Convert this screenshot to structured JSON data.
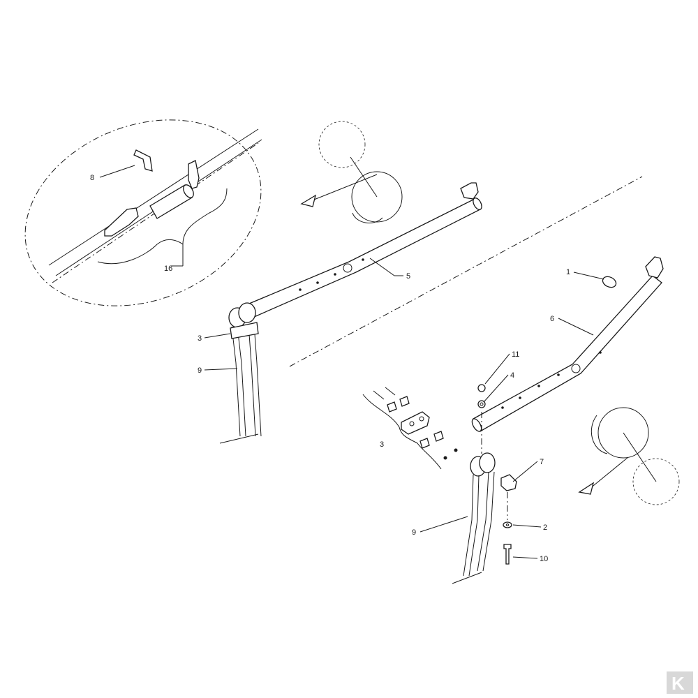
{
  "callouts": {
    "c1": "1",
    "c2": "2",
    "c3a": "3",
    "c3b": "3",
    "c4": "4",
    "c5": "5",
    "c6": "6",
    "c7": "7",
    "c8": "8",
    "c9a": "9",
    "c9b": "9",
    "c10": "10",
    "c11": "11",
    "c16": "16"
  },
  "logo": {
    "text": "K"
  },
  "colors": {
    "ink": "#1a1a1a",
    "logo": "#d8d8d8"
  }
}
